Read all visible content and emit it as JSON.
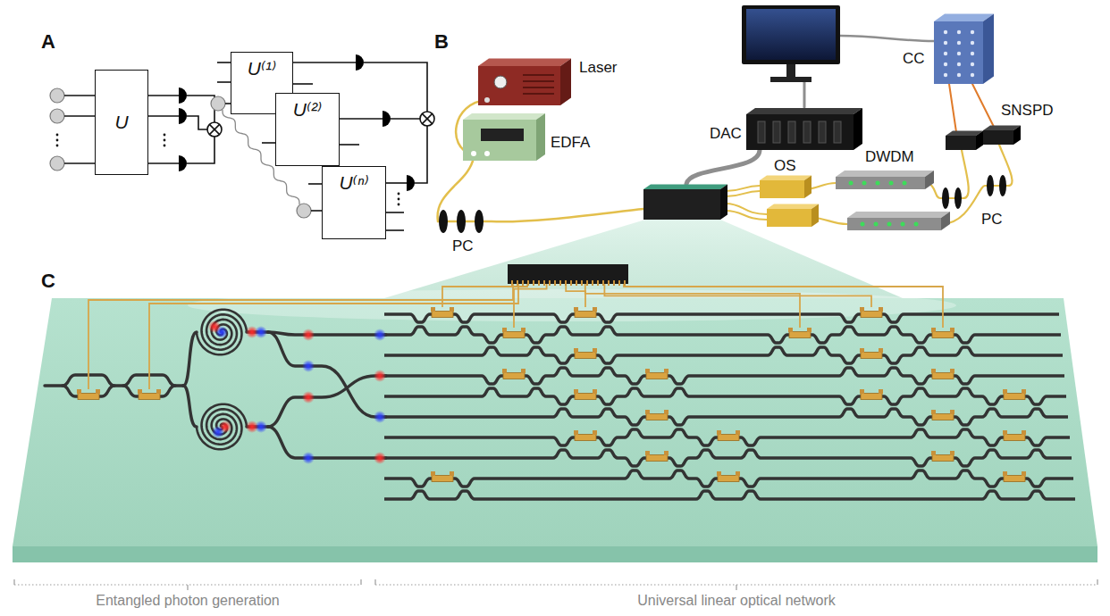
{
  "diagram": {
    "nodes": [
      {
        "text": [
          "U"
        ]
      },
      {
        "text": [
          "U⁽¹⁾"
        ]
      },
      {
        "text": [
          "U⁽²⁾"
        ]
      },
      {
        "text": [
          "U⁽ⁿ⁾"
        ]
      }
    ],
    "labels": [
      "A",
      "B",
      "Laser",
      "EDFA",
      "PC",
      "DAC",
      "CC",
      "SNSPD",
      "OS",
      "DWDM",
      "PC",
      "C",
      "Entangled photon generation",
      "Universal linear optical network"
    ]
  }
}
